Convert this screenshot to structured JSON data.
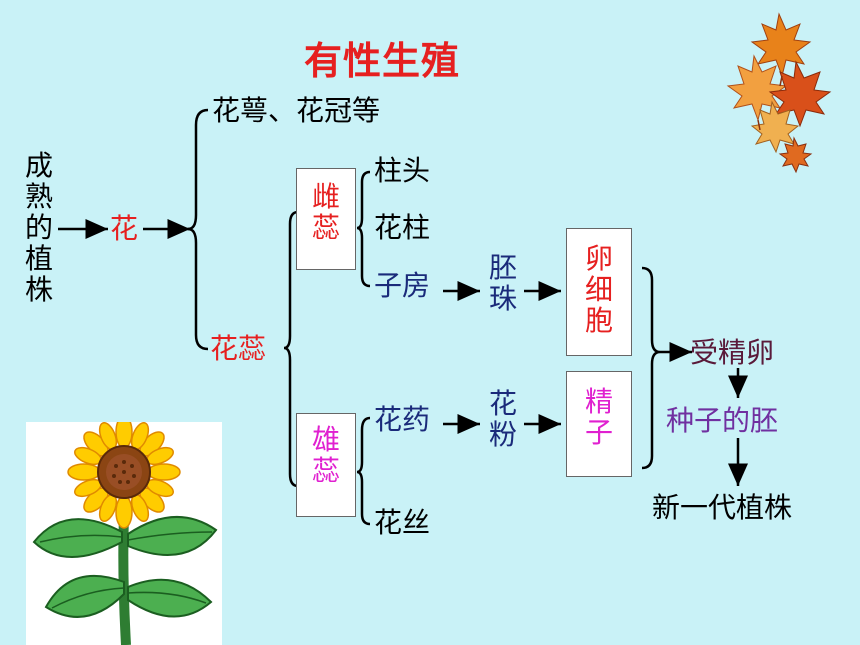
{
  "title": "有性生殖",
  "plant": "成熟的植株",
  "flower": "花",
  "calyx": "花萼、花冠等",
  "pistil_group": "花蕊",
  "pistil": "雌蕊",
  "stigma": "柱头",
  "style": "花柱",
  "ovary": "子房",
  "ovule": "胚珠",
  "egg": "卵细胞",
  "stamen": "雄蕊",
  "anther": "花药",
  "filament": "花丝",
  "pollen": "花粉",
  "sperm": "精子",
  "zygote": "受精卵",
  "embryo": "种子的胚",
  "new_plant": "新一代植株",
  "colors": {
    "red": "#e62020",
    "navy": "#1a2a7a",
    "magenta": "#e020d0",
    "purple": "#7030a0",
    "background": "#c9f2f7"
  },
  "decorations": [
    "maple-leaves-image",
    "sunflower-image"
  ]
}
